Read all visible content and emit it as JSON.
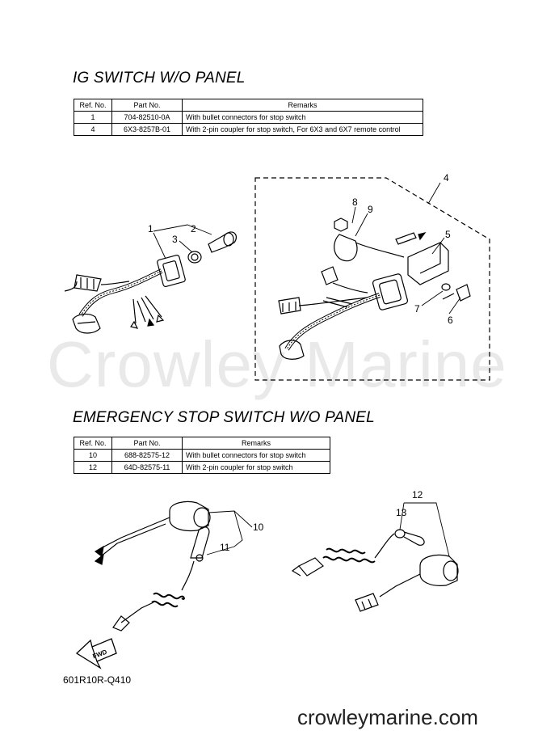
{
  "watermark": "Crowley Marine",
  "ig_section": {
    "title": "IG SWITCH W/O PANEL",
    "headers": [
      "Ref. No.",
      "Part No.",
      "Remarks"
    ],
    "rows": [
      [
        "1",
        "704-82510-0A",
        "With bullet connectors for stop switch"
      ],
      [
        "4",
        "6X3-8257B-01",
        "With 2-pin coupler for stop switch, For 6X3 and 6X7 remote control"
      ]
    ]
  },
  "emergency_section": {
    "title": "EMERGENCY STOP SWITCH W/O PANEL",
    "headers": [
      "Ref. No.",
      "Part No.",
      "Remarks"
    ],
    "rows": [
      [
        "10",
        "688-82575-12",
        "With bullet connectors for stop switch"
      ],
      [
        "12",
        "64D-82575-11",
        "With 2-pin coupler for stop switch"
      ]
    ]
  },
  "callouts": [
    "1",
    "2",
    "3",
    "4",
    "5",
    "6",
    "7",
    "8",
    "9",
    "10",
    "11",
    "12",
    "13"
  ],
  "fwd_label": "FWD",
  "diagram_code": "601R10R-Q410",
  "footer_url": "crowleymarine.com"
}
